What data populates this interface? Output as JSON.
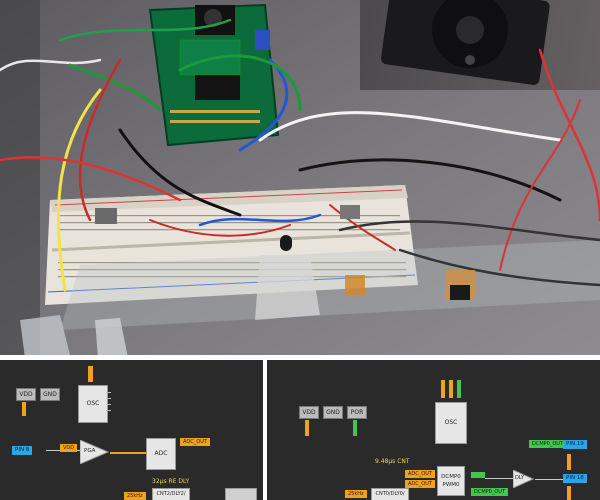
{
  "schematic_left": {
    "vdd": "VDD",
    "gnd": "GND",
    "osc": "OSC",
    "pin_in": "PIN 8",
    "vdd_tag": "VDD",
    "pga": "PGA",
    "adc": "ADC",
    "adc_out": "ADC_OUT",
    "delay_label": "32µs RE DLY",
    "cnt_block": "CNT2/DLY2/",
    "clk_tag": "25kHz"
  },
  "schematic_right": {
    "vdd": "VDD",
    "gnd": "GND",
    "por": "POR",
    "osc": "OSC",
    "cnt_label": "9.48µs CNT",
    "adc_out_1": "ADC_OUT",
    "adc_out_2": "ADC_OUT",
    "dcmp_block_line1": "DCMP0",
    "dcmp_block_line2": "PWM0",
    "dcmp_out_top": "DCMP0_OUT",
    "dcmp_out_bottom": "DCMP0_OUT",
    "pin_top": "PIN 19",
    "pin_bottom": "PIN 18",
    "dly": "DLY",
    "cnt_block": "CNT0/DLY0/",
    "clk_tag": "25kHz"
  },
  "colors": {
    "pin_blue": "#29a6e6",
    "signal_orange": "#f0a21e",
    "signal_green": "#43c64f",
    "panel_bg": "#2a2a2a",
    "label_yellow": "#f2d35c"
  }
}
